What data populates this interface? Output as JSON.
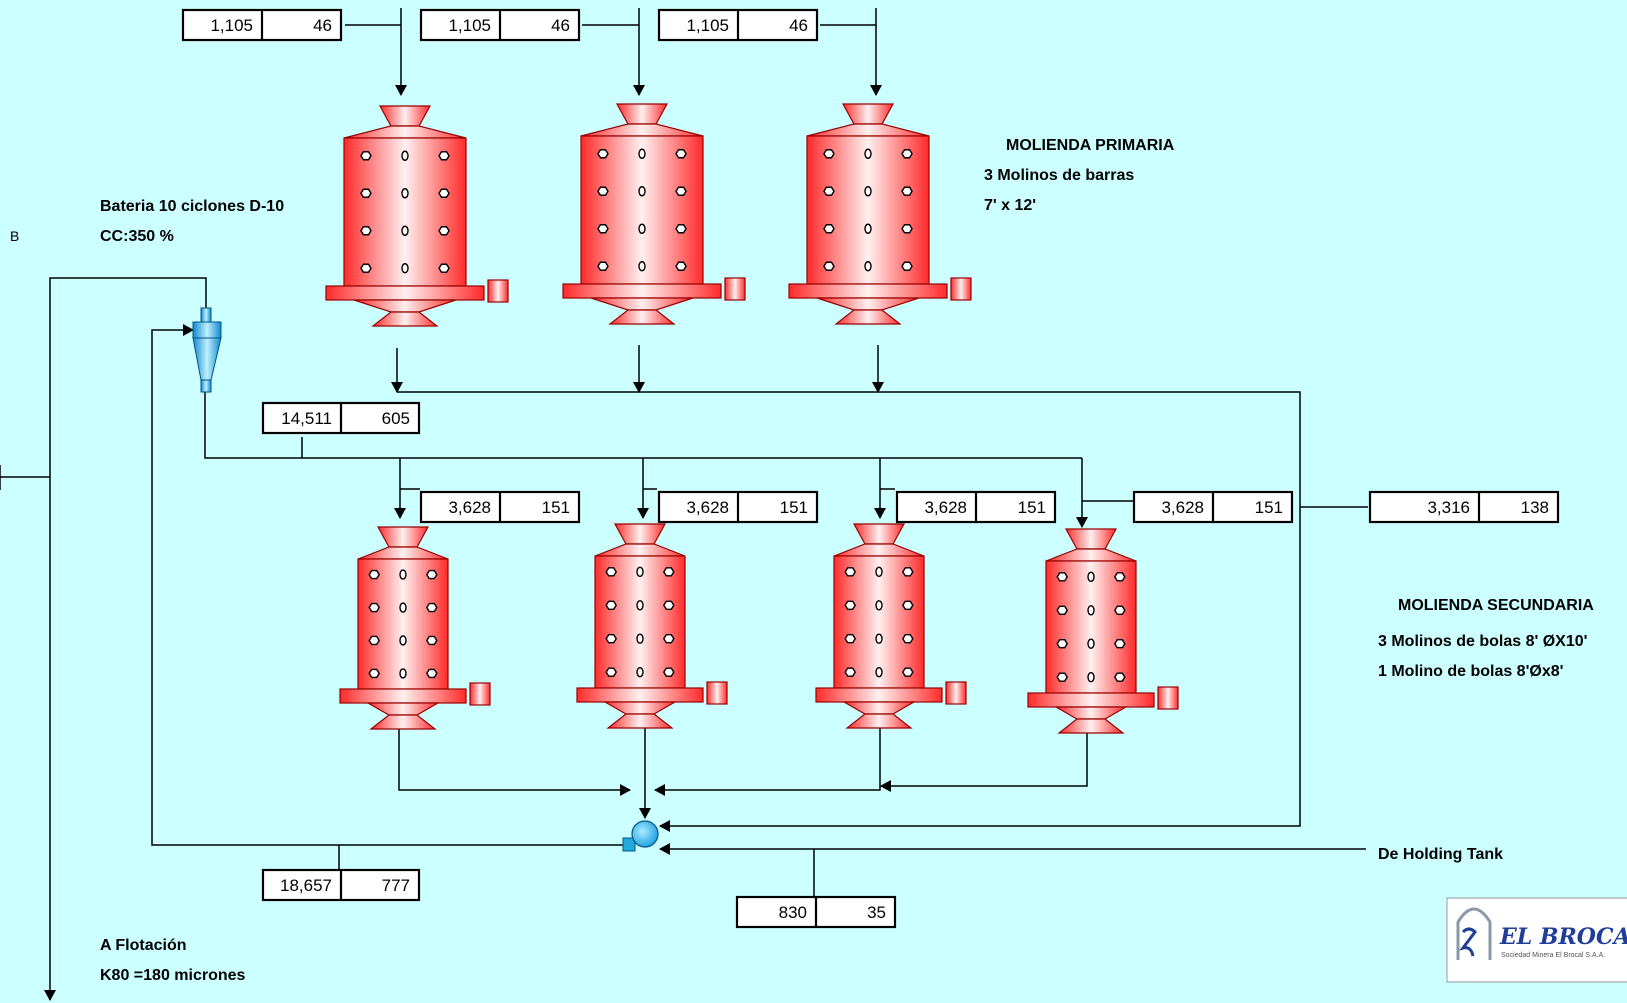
{
  "labels": {
    "b_marker": "B",
    "cyclone_title": "Bateria 10 ciclones D-10",
    "cyclone_cc": "CC:350 %",
    "primary_title": "MOLIENDA PRIMARIA",
    "primary_count": "3 Molinos de barras",
    "primary_size": "7' x 12'",
    "secondary_title": "MOLIENDA SECUNDARIA",
    "secondary_line1": "3 Molinos de bolas 8' ØX10'",
    "secondary_line2": "1 Molino de bolas 8'Øx8'",
    "holding_tank": "De Holding Tank",
    "flotation_title": "A Flotación",
    "flotation_k80": "K80 =180 micrones"
  },
  "streams": {
    "feed1": {
      "a": "1,105",
      "b": "46"
    },
    "feed2": {
      "a": "1,105",
      "b": "46"
    },
    "feed3": {
      "a": "1,105",
      "b": "46"
    },
    "cyclone_underflow": {
      "a": "14,511",
      "b": "605"
    },
    "ball1": {
      "a": "3,628",
      "b": "151"
    },
    "ball2": {
      "a": "3,628",
      "b": "151"
    },
    "ball3": {
      "a": "3,628",
      "b": "151"
    },
    "ball4": {
      "a": "3,628",
      "b": "151"
    },
    "rod_discharge": {
      "a": "3,316",
      "b": "138"
    },
    "pump_discharge": {
      "a": "18,657",
      "b": "777"
    },
    "holding_tank": {
      "a": "830",
      "b": "35"
    }
  },
  "logo": {
    "name": "EL BROCAL",
    "subtitle": "Sociedad Minera El Brocal S.A.A."
  },
  "colors": {
    "background": "#ccffff",
    "mill": "#ff3b3b",
    "mill_light": "#ffe8e8",
    "cyclone": "#22aadd",
    "pump": "#22aadd",
    "logo_blue": "#1f3d99"
  }
}
